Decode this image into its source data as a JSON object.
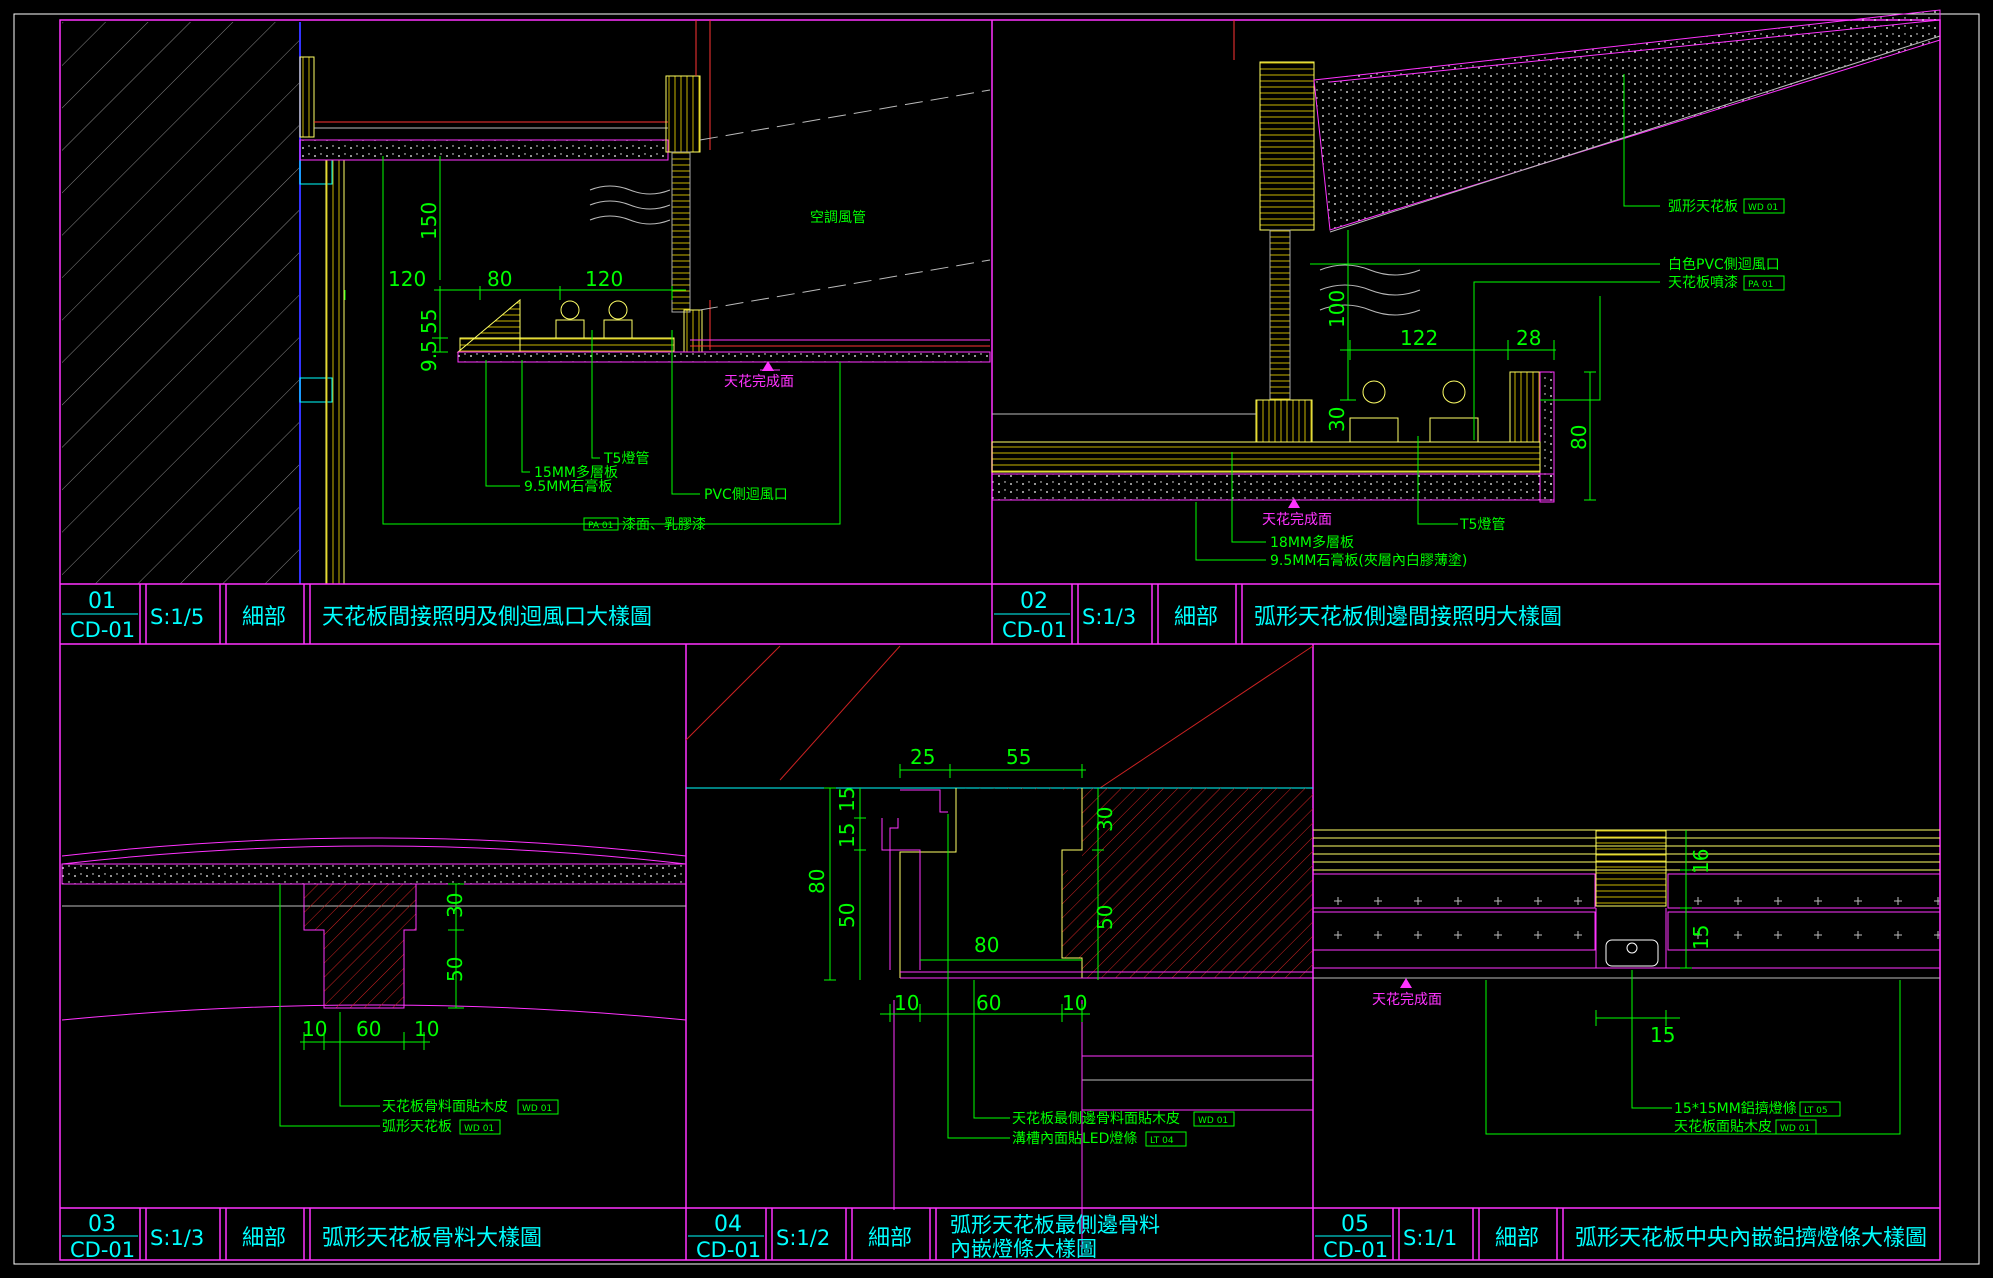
{
  "colors": {
    "background": "#000000",
    "frame": "#ff33ff",
    "dimension": "#00ff00",
    "title": "#00ffff",
    "wood": "#ffff66",
    "hatch": "#ff3333",
    "grey": "#bbbbbb"
  },
  "panels": [
    {
      "number": "01",
      "sheet": "CD-01",
      "scale": "S:1/5",
      "category": "細部",
      "title": "天花板間接照明及側迴風口大樣圖",
      "dims": {
        "d150": "150",
        "d120a": "120",
        "d80": "80",
        "d120b": "120",
        "d55": "55",
        "d95": "9.5"
      },
      "texts": {
        "duct": "空調風管",
        "finish": "天花完成面"
      },
      "callouts": {
        "t5": "T5燈管",
        "ply": "15MM多層板",
        "gyp": "9.5MM石膏板",
        "pvc": "PVC側迴風口",
        "paint": "漆面、乳膠漆",
        "paint_tag": "PA 01"
      }
    },
    {
      "number": "02",
      "sheet": "CD-01",
      "scale": "S:1/3",
      "category": "細部",
      "title": "弧形天花板側邊間接照明大樣圖",
      "dims": {
        "d100": "100",
        "d122": "122",
        "d28": "28",
        "d30": "30",
        "d80": "80"
      },
      "texts": {
        "finish": "天花完成面"
      },
      "callouts": {
        "arc": "弧形天花板",
        "arc_tag": "WD 01",
        "vent": "白色PVC側迴風口",
        "spray": "天花板噴漆",
        "spray_tag": "PA 01",
        "t5": "T5燈管",
        "ply": "18MM多層板",
        "gyp": "9.5MM石膏板(夾層內白膠薄塗)"
      }
    },
    {
      "number": "03",
      "sheet": "CD-01",
      "scale": "S:1/3",
      "category": "細部",
      "title": "弧形天花板骨料大樣圖",
      "dims": {
        "d30": "30",
        "d50": "50",
        "d10a": "10",
        "d60": "60",
        "d10b": "10"
      },
      "callouts": {
        "veneer": "天花板骨料面貼木皮",
        "veneer_tag": "WD 01",
        "arc": "弧形天花板",
        "arc_tag": "WD 01"
      }
    },
    {
      "number": "04",
      "sheet": "CD-01",
      "scale": "S:1/2",
      "category": "細部",
      "title_line1": "弧形天花板最側邊骨料",
      "title_line2": "內嵌燈條大樣圖",
      "dims": {
        "d25": "25",
        "d55": "55",
        "d15a": "15",
        "d15b": "15",
        "d80v": "80",
        "d50": "50",
        "d30": "30",
        "d50b": "50",
        "d80h": "80",
        "d10a": "10",
        "d60": "60",
        "d10b": "10"
      },
      "callouts": {
        "veneer": "天花板最側邊骨料面貼木皮",
        "veneer_tag": "WD 01",
        "led": "溝槽內面貼LED燈條",
        "led_tag": "LT 04"
      }
    },
    {
      "number": "05",
      "sheet": "CD-01",
      "scale": "S:1/1",
      "category": "細部",
      "title": "弧形天花板中央內嵌鋁擠燈條大樣圖",
      "dims": {
        "d16": "16",
        "d15": "15",
        "d15h": "15"
      },
      "texts": {
        "finish": "天花完成面"
      },
      "callouts": {
        "alu": "15*15MM鋁擠燈條",
        "alu_tag": "LT 05",
        "veneer": "天花板面貼木皮",
        "veneer_tag": "WD 01"
      }
    }
  ]
}
